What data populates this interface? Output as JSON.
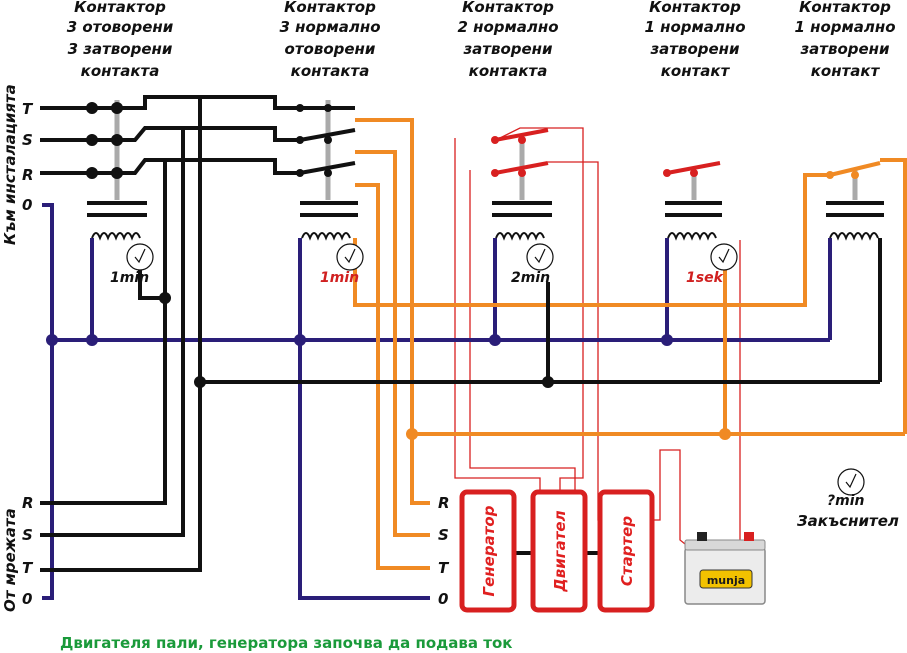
{
  "headers": [
    {
      "lines": [
        "Контактор",
        "3 отоворени",
        "3 затворени",
        "контакта"
      ]
    },
    {
      "lines": [
        "Контактор",
        "3 нормално",
        "отоворени",
        "контакта"
      ]
    },
    {
      "lines": [
        "Контактор",
        "2 нормално",
        "затворени",
        "контакта"
      ]
    },
    {
      "lines": [
        "Контактор",
        "1 нормално",
        "затворени",
        "контакт"
      ]
    },
    {
      "lines": [
        "Контактор",
        "1 нормално",
        "затворени",
        "контакт"
      ]
    }
  ],
  "left_vertical_top": "Към инсталацията",
  "left_vertical_bottom": "От мрежата",
  "phases_top": [
    "T",
    "S",
    "R",
    "0"
  ],
  "phases_bottom": [
    "R",
    "S",
    "T",
    "0"
  ],
  "phases_right": [
    "R",
    "S",
    "T",
    "0"
  ],
  "timers": [
    {
      "label": "1min",
      "color": "#111111"
    },
    {
      "label": "1min",
      "color": "#d02020"
    },
    {
      "label": "2min",
      "color": "#111111"
    },
    {
      "label": "1sek",
      "color": "#d02020"
    }
  ],
  "delay_label": "?min",
  "delay_caption": "Закъснител",
  "blocks": [
    "Генератор",
    "Двигател",
    "Стартер"
  ],
  "battery_brand": "munja",
  "status": "Двигателя пали, генератора започва да подава ток",
  "colors": {
    "black": "#111111",
    "navy": "#2a1e78",
    "orange": "#f08a24",
    "red": "#d82020",
    "green": "#1a9a3a"
  }
}
